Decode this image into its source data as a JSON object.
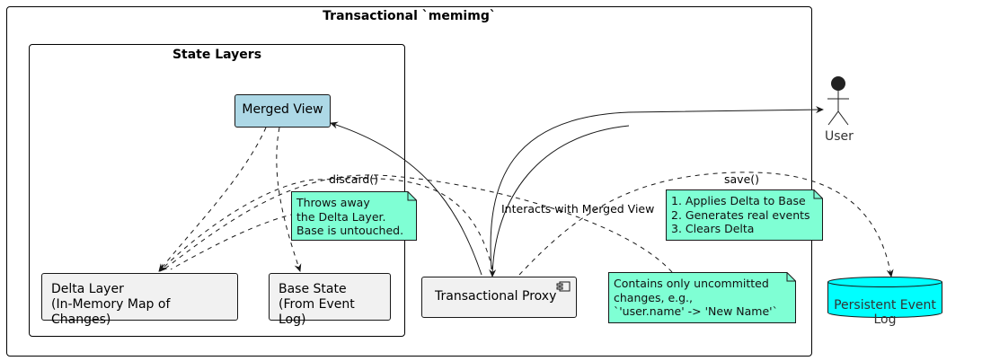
{
  "frames": {
    "outer_title": "Transactional `memimg`",
    "inner_title": "State Layers"
  },
  "nodes": {
    "merged_view": "Merged View",
    "delta_layer_line1": "Delta Layer",
    "delta_layer_line2": "(In-Memory Map of Changes)",
    "base_state_line1": "Base State",
    "base_state_line2": "(From Event Log)",
    "transactional_proxy": "Transactional Proxy",
    "persistent_event_log": "Persistent Event Log",
    "user": "User"
  },
  "notes": {
    "discard_note": "Throws away\nthe Delta Layer.\nBase is untouched.",
    "save_note": "1. Applies Delta to Base\n2. Generates real events\n3. Clears Delta",
    "delta_note": "Contains only uncommitted\nchanges, e.g.,\n`'user.name' -> 'New Name'`"
  },
  "edge_labels": {
    "discard": "discard()",
    "save": "save()",
    "interacts": "Interacts with Merged View"
  },
  "colors": {
    "merged_view_fill": "#add8e6",
    "note_fill": "#7fffd4",
    "database_fill": "#00ffff",
    "component_fill": "#f1f1f1",
    "actor_fill": "#222222"
  }
}
